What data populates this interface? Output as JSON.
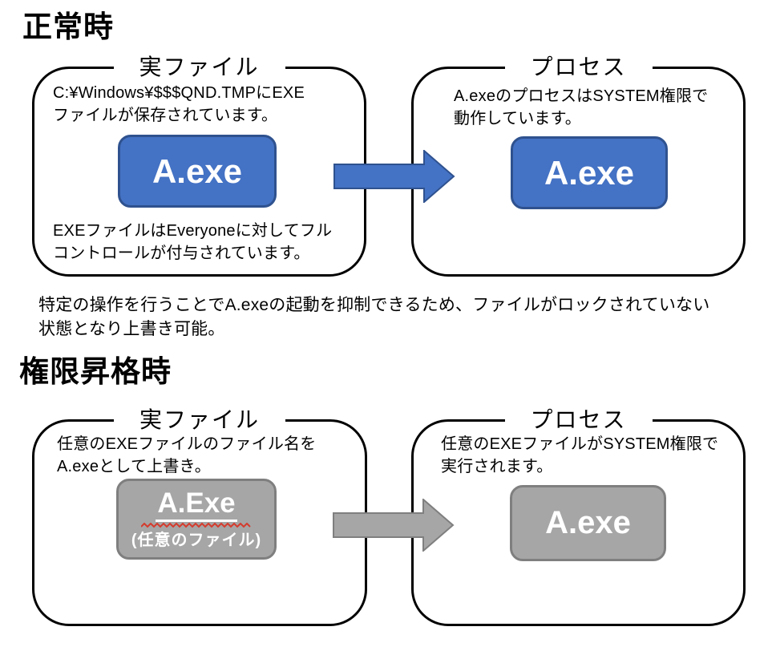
{
  "colors": {
    "blue_fill": "#4472C4",
    "blue_border": "#2F528F",
    "gray_fill": "#A6A6A6",
    "gray_border": "#7F7F7F",
    "spellcheck_red": "#D43C2E",
    "outline": "#000000"
  },
  "normal": {
    "heading": "正常時",
    "file_panel": {
      "title": "実ファイル",
      "top_text": "C:¥Windows¥$$$QND.TMPにEXE\nファイルが保存されています。",
      "exe_label": "A.exe",
      "bottom_text": "EXEファイルはEveryoneに対してフル\nコントロールが付与されています。"
    },
    "process_panel": {
      "title": "プロセス",
      "top_text": "A.exeのプロセスはSYSTEM権限で\n動作しています。",
      "exe_label": "A.exe"
    },
    "note": "特定の操作を行うことでA.exeの起動を抑制できるため、ファイルがロックされていない\n状態となり上書き可能。"
  },
  "escalated": {
    "heading": "権限昇格時",
    "file_panel": {
      "title": "実ファイル",
      "top_text": "任意のEXEファイルのファイル名を\nA.exeとして上書き。",
      "exe_label": "A.Exe",
      "exe_sublabel": "(任意のファイル)"
    },
    "process_panel": {
      "title": "プロセス",
      "top_text": "任意のEXEファイルがSYSTEM権限で\n実行されます。",
      "exe_label": "A.exe"
    }
  }
}
